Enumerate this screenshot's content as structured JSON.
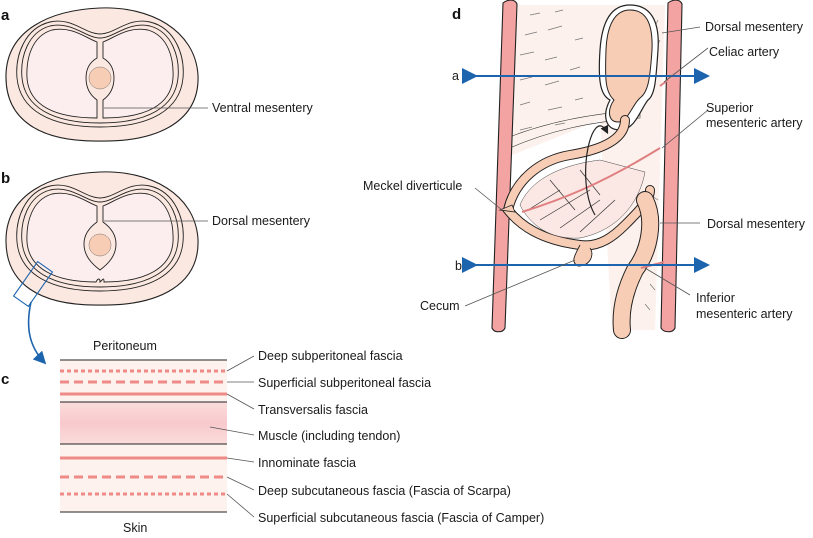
{
  "figure": {
    "panels": [
      {
        "id": "a",
        "label": "a",
        "annotations": [
          "Ventral mesentery"
        ]
      },
      {
        "id": "b",
        "label": "b",
        "annotations": [
          "Dorsal mesentery"
        ]
      },
      {
        "id": "c",
        "label": "c",
        "top_label": "Peritoneum",
        "bottom_label": "Skin",
        "layers": [
          {
            "name": "Deep subperitoneal fascia",
            "style": "dotted"
          },
          {
            "name": "Superficial subperitoneal fascia",
            "style": "dashed"
          },
          {
            "name": "Transversalis fascia",
            "style": "solid"
          },
          {
            "name": "Muscle (including tendon)",
            "style": "band"
          },
          {
            "name": "Innominate fascia",
            "style": "solid"
          },
          {
            "name": "Deep subcutaneous fascia (Fascia of Scarpa)",
            "style": "dashed"
          },
          {
            "name": "Superficial subcutaneous fascia (Fascia of Camper)",
            "style": "dotted"
          }
        ]
      },
      {
        "id": "d",
        "label": "d",
        "section_markers": [
          "a",
          "b"
        ],
        "annotations": [
          "Dorsal mesentery",
          "Celiac artery",
          "Superior",
          "mesenteric artery",
          "Meckel diverticule",
          "Dorsal mesentery",
          "Cecum",
          "Inferior",
          "mesenteric artery"
        ]
      }
    ],
    "colors": {
      "fascia_red": "#f08a86",
      "wall_pink": "#f4a3a3",
      "tissue_light": "#fbece6",
      "organ_peach": "#f8cdb5",
      "section_blue": "#1d64ae",
      "outline": "#222222"
    }
  }
}
